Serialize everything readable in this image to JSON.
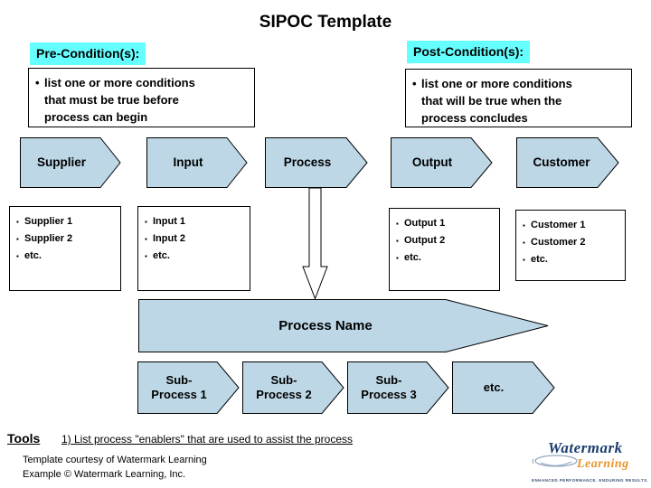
{
  "title": "SIPOC Template",
  "colors": {
    "highlight_cyan": "#66ffff",
    "shape_fill": "#bdd7e6",
    "shape_stroke": "#000000",
    "down_arrow_fill": "#ffffff",
    "logo_navy": "#1b3f6e",
    "logo_orange": "#e8962e"
  },
  "pre_condition": {
    "heading": "Pre-Condition(s):",
    "bullet": "•",
    "lines": [
      "list one or more conditions",
      "that must be true before",
      "process can begin"
    ]
  },
  "post_condition": {
    "heading": "Post-Condition(s):",
    "bullet": "•",
    "lines": [
      "list one or more conditions",
      "that will be true when the",
      "process concludes"
    ]
  },
  "sipoc_arrows": {
    "supplier": "Supplier",
    "input": "Input",
    "process": "Process",
    "output": "Output",
    "customer": "Customer"
  },
  "lists": {
    "bullet": "▪",
    "supplier": [
      "Supplier 1",
      "Supplier 2",
      "etc."
    ],
    "input": [
      "Input 1",
      "Input 2",
      "etc."
    ],
    "output": [
      "Output 1",
      "Output 2",
      "etc."
    ],
    "customer": [
      "Customer 1",
      "Customer 2",
      "etc."
    ]
  },
  "process_name": "Process Name",
  "sub_processes": [
    {
      "line1": "Sub-",
      "line2": "Process 1"
    },
    {
      "line1": "Sub-",
      "line2": "Process 2"
    },
    {
      "line1": "Sub-",
      "line2": "Process 3"
    },
    {
      "line1": "etc.",
      "line2": ""
    }
  ],
  "tools": {
    "label": "Tools",
    "description": "1) List process \"enablers\" that are used to assist the process"
  },
  "footer": {
    "line1": "Template courtesy of Watermark Learning",
    "line2": "Example © Watermark Learning, Inc."
  },
  "logo": {
    "word1": "Watermark",
    "word2": "Learning",
    "tagline": "ENHANCED PERFORMANCE. ENDURING RESULTS."
  }
}
